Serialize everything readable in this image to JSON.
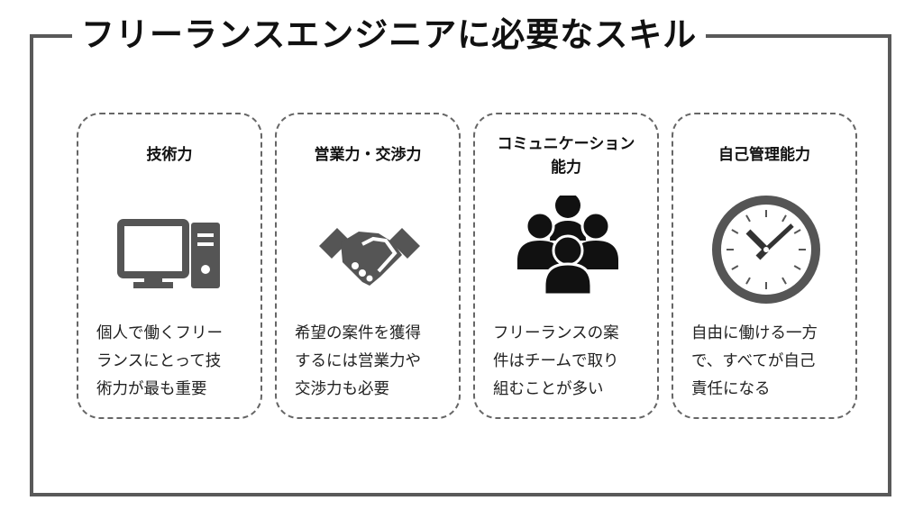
{
  "title": "フリーランスエンジニアに必要なスキル",
  "cards": [
    {
      "title_lines": [
        "技術力"
      ],
      "icon": "computer-icon",
      "desc_lines": [
        "個人で働くフリー",
        "ランスにとって技",
        "術力が最も重要"
      ]
    },
    {
      "title_lines": [
        "営業力・交渉力"
      ],
      "icon": "handshake-icon",
      "desc_lines": [
        "希望の案件を獲得",
        "するには営業力や",
        "交渉力も必要"
      ]
    },
    {
      "title_lines": [
        "コミュニケーション",
        "能力"
      ],
      "icon": "people-group-icon",
      "desc_lines": [
        "フリーランスの案",
        "件はチームで取り",
        "組むことが多い"
      ]
    },
    {
      "title_lines": [
        "自己管理能力"
      ],
      "icon": "clock-icon",
      "desc_lines": [
        "自由に働ける一方",
        "で、すべてが自己",
        "責任になる"
      ]
    }
  ],
  "colors": {
    "frame": "#595959",
    "icon": "#555555",
    "people": "#111111"
  }
}
